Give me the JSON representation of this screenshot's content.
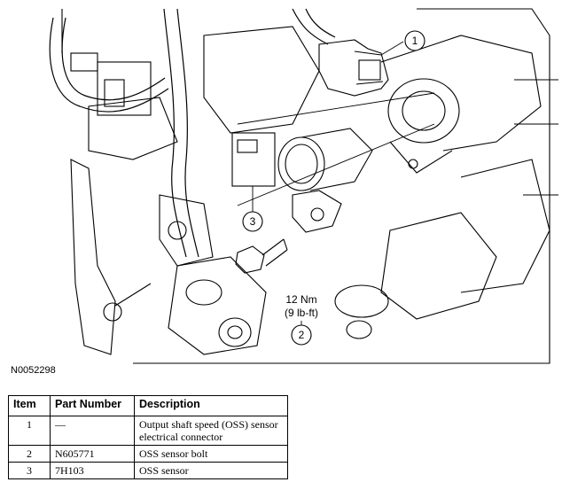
{
  "figure": {
    "id_label": "N0052298",
    "callouts": [
      {
        "number": "1"
      },
      {
        "number": "2"
      },
      {
        "number": "3"
      }
    ],
    "torque": {
      "metric": "12 Nm",
      "imperial": "(9 lb-ft)"
    }
  },
  "parts_table": {
    "headers": {
      "item": "Item",
      "part_number": "Part Number",
      "description": "Description"
    },
    "rows": [
      {
        "item": "1",
        "part_number": "—",
        "description": "Output shaft speed (OSS) sensor electrical connector"
      },
      {
        "item": "2",
        "part_number": "N605771",
        "description": "OSS sensor bolt"
      },
      {
        "item": "3",
        "part_number": "7H103",
        "description": "OSS sensor"
      }
    ]
  }
}
